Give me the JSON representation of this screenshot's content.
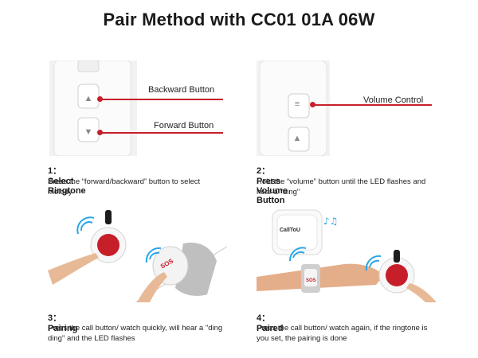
{
  "title": "Pair Method with CC01 01A 06W",
  "steps": [
    {
      "title": "1：Select Ringtone",
      "description": "Press the “forward/backward” button to select melody",
      "callouts": [
        "Backward Button",
        "Forward Button"
      ]
    },
    {
      "title": "2：Press Volume Button",
      "description": "Hold the “volume” button until the LED flashes and hear a \"ding\"",
      "callouts": [
        "Volume Control"
      ]
    },
    {
      "title": "3：Pairing",
      "description": "Press the call button/ watch quickly, will hear a \"ding ding\" and the LED flashes",
      "button_label": "SOS"
    },
    {
      "title": "4：Paired",
      "description": "Press the call button/ watch again, if the ringtone is you set, the pairing is done",
      "receiver_brand": "CallToU",
      "button_label": "SOS"
    }
  ],
  "colors": {
    "accent_red": "#c61f2a",
    "wifi_blue": "#2aa6e8"
  }
}
